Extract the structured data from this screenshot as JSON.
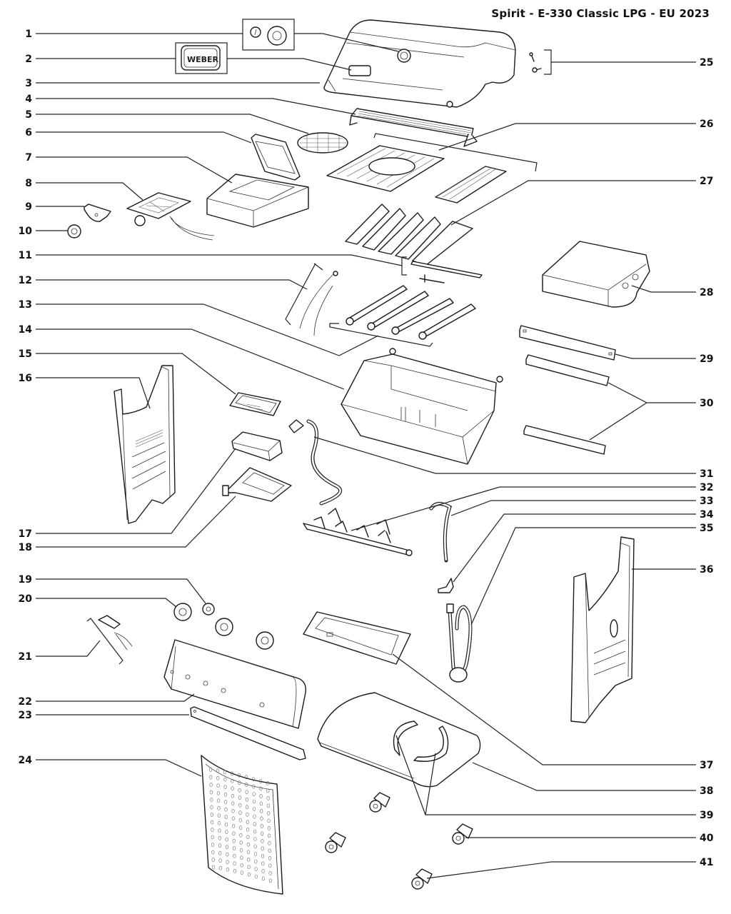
{
  "title": "Spirit - E-330 Classic LPG - EU 2023",
  "callouts": {
    "left": [
      "1",
      "2",
      "3",
      "4",
      "5",
      "6",
      "7",
      "8",
      "9",
      "10",
      "11",
      "12",
      "13",
      "14",
      "15",
      "16",
      "17",
      "18",
      "19",
      "20",
      "21",
      "22",
      "23",
      "24"
    ],
    "right": [
      "25",
      "26",
      "27",
      "28",
      "29",
      "30",
      "31",
      "32",
      "33",
      "34",
      "35",
      "36",
      "37",
      "38",
      "39",
      "40",
      "41"
    ]
  },
  "parts": [
    {
      "id": "1",
      "name": "thermometer-and-bezel"
    },
    {
      "id": "2",
      "name": "weber-logo-badge"
    },
    {
      "id": "3",
      "name": "lid"
    },
    {
      "id": "4",
      "name": "warming-rack"
    },
    {
      "id": "5",
      "name": "gourmet-insert-grate"
    },
    {
      "id": "6",
      "name": "side-burner-lid"
    },
    {
      "id": "7",
      "name": "side-burner-housing"
    },
    {
      "id": "8",
      "name": "side-burner-assembly"
    },
    {
      "id": "9",
      "name": "side-burner-bracket"
    },
    {
      "id": "10",
      "name": "side-burner-knob"
    },
    {
      "id": "11",
      "name": "crossover-tube"
    },
    {
      "id": "12",
      "name": "igniter-wires"
    },
    {
      "id": "13",
      "name": "burner-tubes"
    },
    {
      "id": "14",
      "name": "cookbox"
    },
    {
      "id": "15",
      "name": "catch-pan"
    },
    {
      "id": "16",
      "name": "left-frame-panel"
    },
    {
      "id": "17",
      "name": "grease-tray"
    },
    {
      "id": "18",
      "name": "tray-holder"
    },
    {
      "id": "19",
      "name": "small-knob"
    },
    {
      "id": "20",
      "name": "control-knobs"
    },
    {
      "id": "21",
      "name": "igniter-module"
    },
    {
      "id": "22",
      "name": "control-panel"
    },
    {
      "id": "23",
      "name": "front-bracket"
    },
    {
      "id": "24",
      "name": "front-door-panel"
    },
    {
      "id": "25",
      "name": "lid-hinge-pins"
    },
    {
      "id": "26",
      "name": "cooking-grates"
    },
    {
      "id": "27",
      "name": "flavorizer-bars"
    },
    {
      "id": "28",
      "name": "side-table"
    },
    {
      "id": "29",
      "name": "cross-brace"
    },
    {
      "id": "30",
      "name": "side-rails"
    },
    {
      "id": "31",
      "name": "side-burner-hose"
    },
    {
      "id": "32",
      "name": "manifold"
    },
    {
      "id": "33",
      "name": "gas-hose"
    },
    {
      "id": "34",
      "name": "hose-bracket"
    },
    {
      "id": "35",
      "name": "regulator-hose"
    },
    {
      "id": "36",
      "name": "right-frame-panel"
    },
    {
      "id": "37",
      "name": "grease-tray-holder"
    },
    {
      "id": "38",
      "name": "bottom-shelf"
    },
    {
      "id": "39",
      "name": "tank-retainer"
    },
    {
      "id": "40",
      "name": "caster"
    },
    {
      "id": "41",
      "name": "locking-caster"
    }
  ],
  "colors": {
    "line": "#1a1a1a",
    "background": "#ffffff",
    "text": "#111111"
  }
}
